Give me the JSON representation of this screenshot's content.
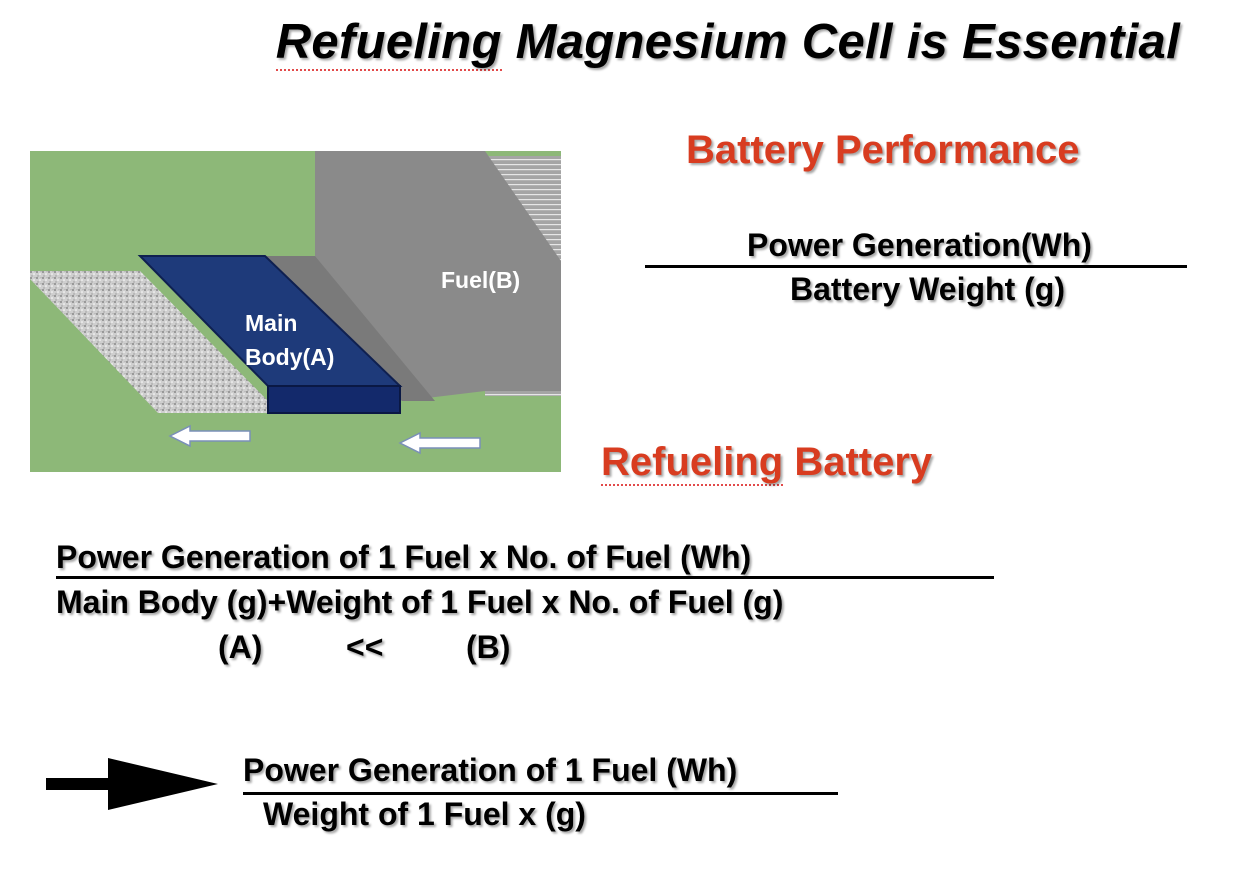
{
  "title": {
    "text_underlined": "Refueling",
    "text_rest": " Magnesium Cell is Essential"
  },
  "battery_performance": {
    "heading": "Battery Performance",
    "numerator": "Power Generation(Wh)",
    "denominator": "Battery Weight (g)"
  },
  "refueling_battery": {
    "heading_underlined": "Refueling",
    "heading_rest": " Battery",
    "numerator": "Power Generation of 1 Fuel x No. of Fuel (Wh)",
    "denominator": "Main Body  (g)+Weight of 1 Fuel x No. of Fuel (g)",
    "comparison": {
      "left": "(A)",
      "operator": "<<",
      "right": "(B)"
    }
  },
  "result": {
    "numerator": "Power Generation of 1 Fuel (Wh)",
    "denominator": "Weight of 1 Fuel x  (g)"
  },
  "illustration": {
    "main_body_label_line1": "Main",
    "main_body_label_line2": "Body(A)",
    "fuel_label": "Fuel(B)",
    "colors": {
      "background": "#8db878",
      "main_body": "#1e3a7a",
      "fuel": "#8a8a8a",
      "electrode": "#c8c8c8"
    }
  },
  "colors": {
    "heading_red": "#d83c20",
    "text": "#000000"
  }
}
